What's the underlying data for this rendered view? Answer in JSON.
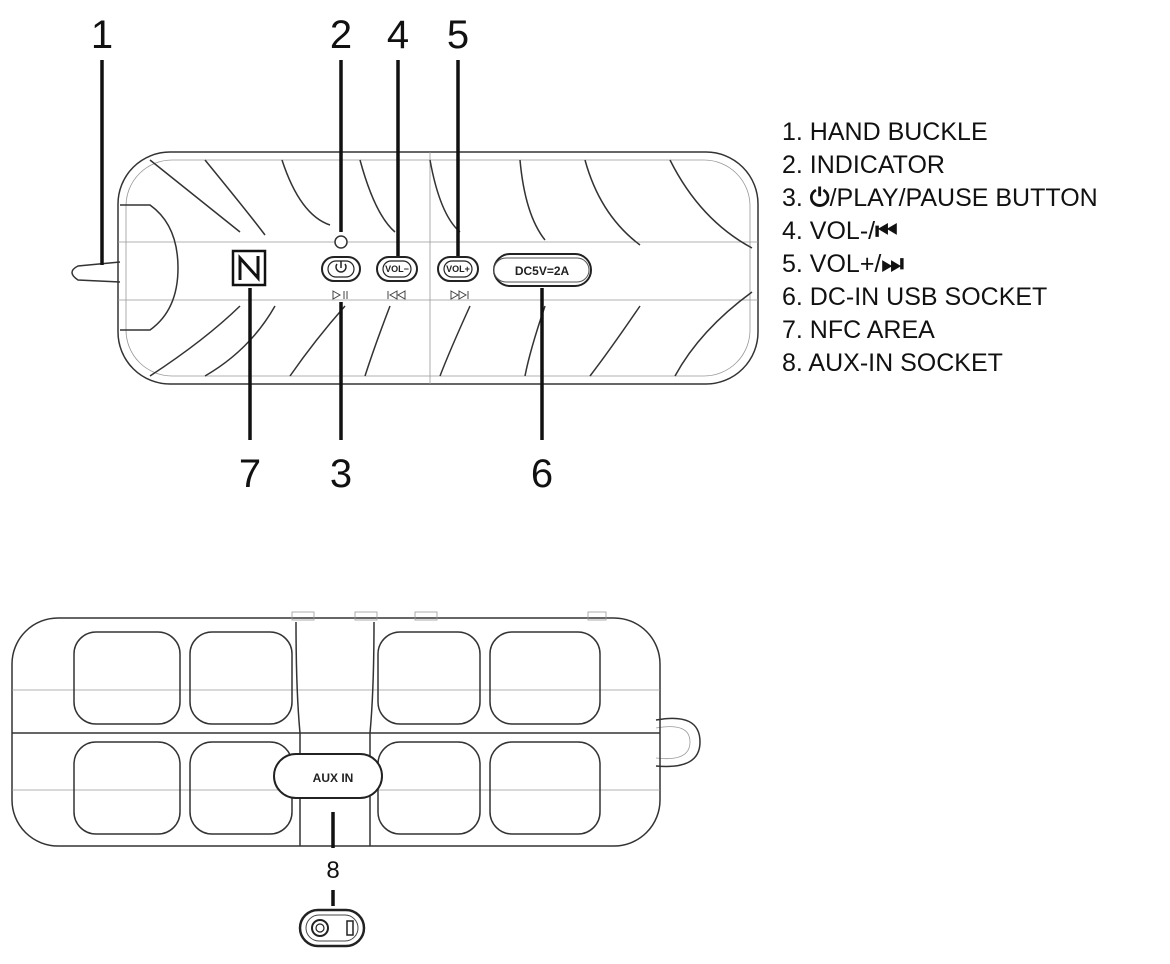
{
  "callouts": {
    "n1": "1",
    "n2": "2",
    "n3": "3",
    "n4": "4",
    "n5": "5",
    "n6": "6",
    "n7": "7",
    "n8": "8"
  },
  "buttons": {
    "vol_minus": "VOL−",
    "vol_plus": "VOL+",
    "dc_label": "DC5V=2A",
    "aux_label": "AUX IN"
  },
  "icons": {
    "power": "power-icon",
    "play_pause": "play-pause-icon",
    "prev": "prev-track-icon",
    "next": "next-track-icon",
    "nfc": "nfc-icon"
  },
  "legend": [
    {
      "text": "1. HAND BUCKLE"
    },
    {
      "text": "2. INDICATOR"
    },
    {
      "prefix": "3. ",
      "icon": "⏻",
      "text": "/PLAY/PAUSE BUTTON"
    },
    {
      "prefix": "4. VOL-/",
      "icon": "⏮",
      "text": ""
    },
    {
      "prefix": "5. VOL+/",
      "icon": "⏭",
      "text": ""
    },
    {
      "text": "6. DC-IN USB SOCKET"
    },
    {
      "text": "7. NFC AREA"
    },
    {
      "text": "8. AUX-IN SOCKET"
    }
  ]
}
